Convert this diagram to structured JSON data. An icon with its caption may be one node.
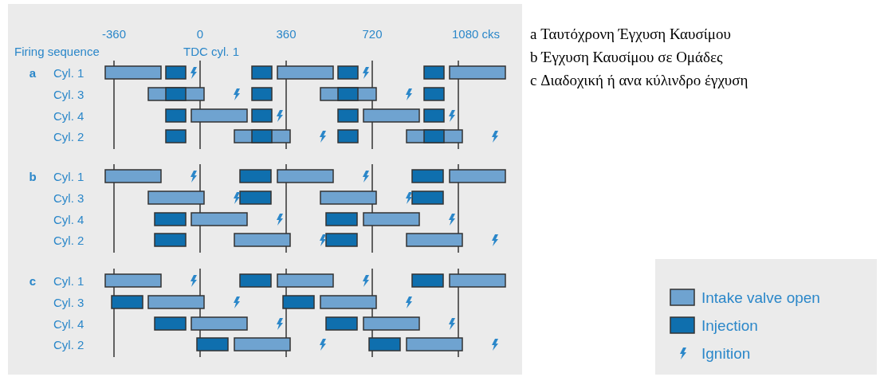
{
  "diagram": {
    "labels": [
      "-360",
      "0",
      "360",
      "720",
      "1080 cks",
      "Firing sequence",
      "TDC cyl. 1",
      "a",
      "Cyl. 1",
      "Cyl. 3",
      "Cyl. 4",
      "Cyl. 2",
      "b",
      "Cyl. 1",
      "Cyl. 3",
      "Cyl. 4",
      "Cyl. 2",
      "c",
      "Cyl. 1",
      "Cyl. 3",
      "Cyl. 4",
      "Cyl. 2",
      "a Ταυτόχρονη Έγχυση Καυσίμου",
      "b Έγχυση Καυσίμου σε Ομάδες",
      "c Διαδοχική ή ανα κύλινδρο έγχυση"
    ],
    "legend": [
      {
        "text": "Intake valve open",
        "color": "#6fa3d0"
      },
      {
        "text": "Injection",
        "color": "#0f6fae"
      },
      {
        "text": "Ignition"
      }
    ]
  }
}
